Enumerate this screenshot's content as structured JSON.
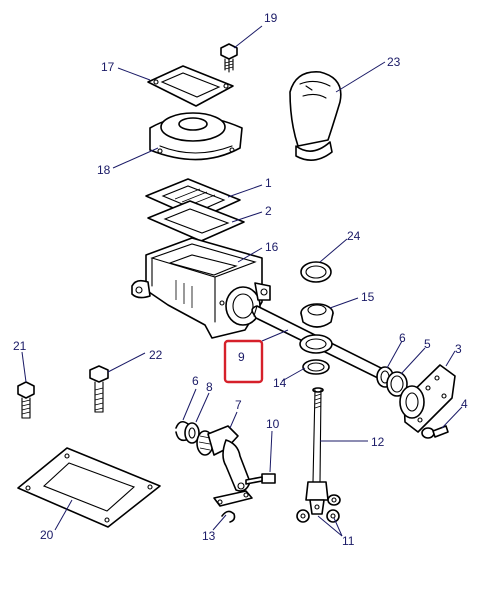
{
  "colors": {
    "label": "#1a1a66",
    "highlight": "#d6202a",
    "ink": "#000000"
  },
  "highlighted_part": "9",
  "callouts": {
    "c1": "1",
    "c2": "2",
    "c3": "3",
    "c4": "4",
    "c5": "5",
    "c6a": "6",
    "c6b": "6",
    "c7": "7",
    "c8": "8",
    "c9": "9",
    "c10": "10",
    "c11": "11",
    "c12": "12",
    "c13": "13",
    "c14": "14",
    "c15": "15",
    "c16": "16",
    "c17": "17",
    "c18": "18",
    "c19": "19",
    "c20": "20",
    "c21": "21",
    "c22": "22",
    "c23": "23",
    "c24": "24"
  }
}
